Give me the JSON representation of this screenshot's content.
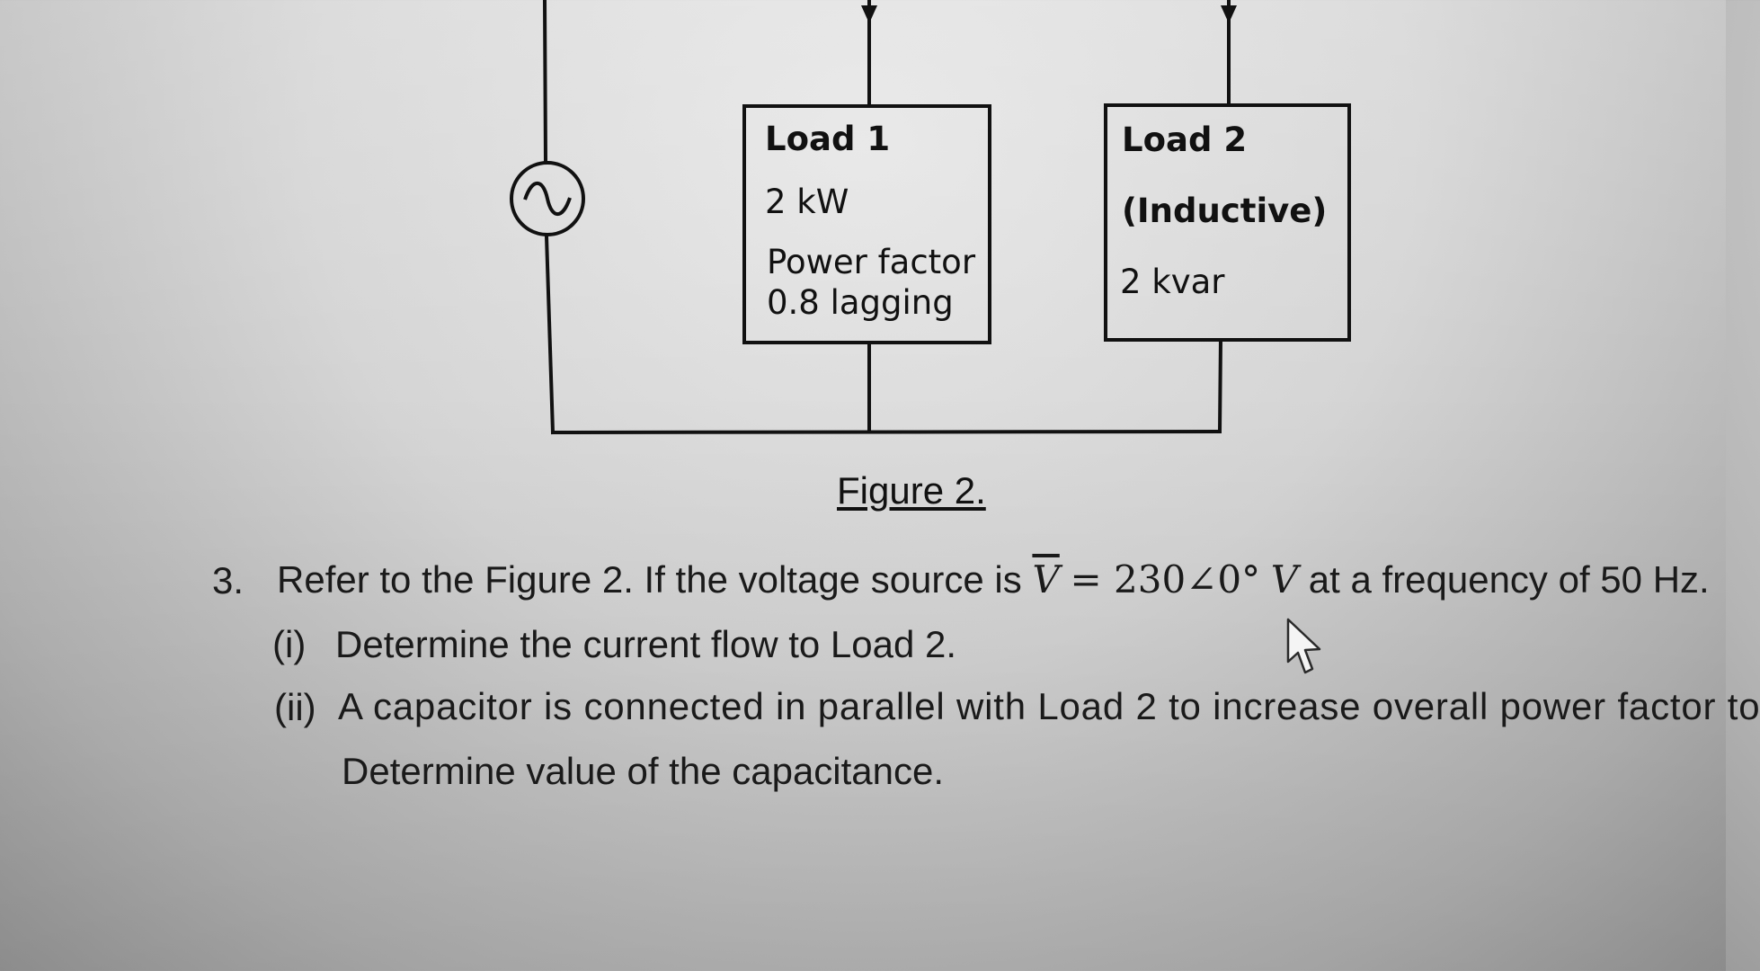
{
  "figure": {
    "load1": {
      "title": "Load 1",
      "power": "2 kW",
      "pf_line1": "Power factor",
      "pf_line2": "0.8 lagging"
    },
    "load2": {
      "title": "Load 2",
      "type": "(Inductive)",
      "reactive": "2 kvar"
    },
    "source_icon": "ac-voltage-source-icon",
    "caption": "Figure 2."
  },
  "question": {
    "number": "3.",
    "stem_before": "Refer to the Figure 2. If the voltage source is",
    "voltage_symbol": "V",
    "voltage_value": "= 230∠0°",
    "voltage_unit": "V",
    "stem_after": "at a frequency of 50 Hz.",
    "part_i_label": "(i)",
    "part_i_text": "Determine the current flow to Load 2.",
    "part_ii_label": "(ii)",
    "part_ii_text": "A capacitor is connected in parallel with Load 2 to increase overall power factor to",
    "part_ii_text2": "Determine value of the capacitance."
  },
  "pointer_icon": "mouse-pointer-icon"
}
